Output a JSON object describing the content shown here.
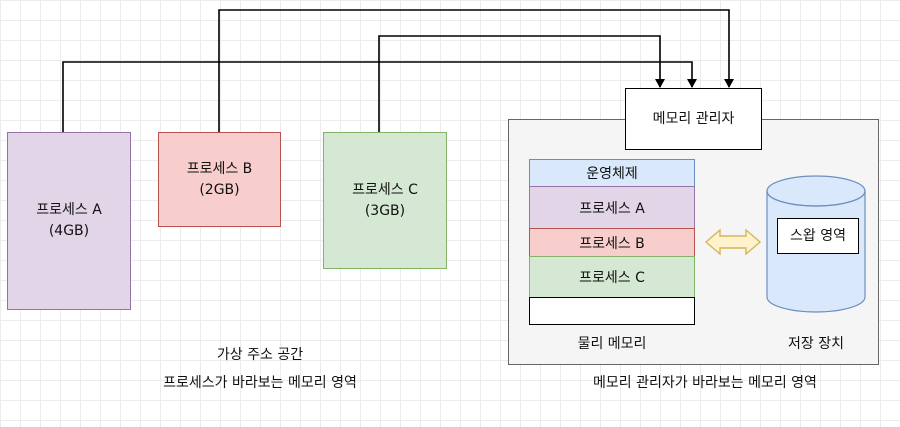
{
  "processes": [
    {
      "id": "a",
      "name": "프로세스 A",
      "size": "(4GB)",
      "fill": "#e1d5e7",
      "stroke": "#9673a6"
    },
    {
      "id": "b",
      "name": "프로세스 B",
      "size": "(2GB)",
      "fill": "#f8cecc",
      "stroke": "#b85450"
    },
    {
      "id": "c",
      "name": "프로세스 C",
      "size": "(3GB)",
      "fill": "#d5e8d4",
      "stroke": "#82b366"
    }
  ],
  "memory_manager": {
    "label": "메모리 관리자"
  },
  "physical_memory": {
    "segments": [
      {
        "label": "운영체제",
        "fill": "#dae8fc"
      },
      {
        "label": "프로세스 A",
        "fill": "#e1d5e7"
      },
      {
        "label": "프로세스 B",
        "fill": "#f8cecc"
      },
      {
        "label": "프로세스 C",
        "fill": "#d5e8d4"
      },
      {
        "label": "",
        "fill": "#ffffff"
      }
    ],
    "label": "물리 메모리"
  },
  "storage": {
    "swap_label": "스왑 영역",
    "label": "저장 장치",
    "fill": "#dae8fc",
    "stroke": "#6c8ebf"
  },
  "captions": {
    "virtual_line1": "가상 주소 공간",
    "virtual_line2": "프로세스가 바라보는 메모리 영역",
    "manager_view": "메모리 관리자가 바라보는 메모리 영역"
  },
  "colors": {
    "swap_arrow_fill": "#fff2cc",
    "swap_arrow_stroke": "#d6b656",
    "connector": "#000000"
  }
}
